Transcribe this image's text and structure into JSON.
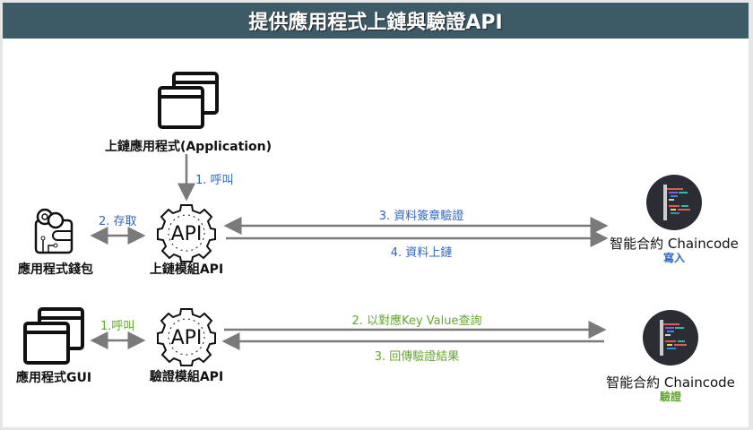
{
  "title": "提供應用程式上鏈與驗證API",
  "colors": {
    "title_bg": "#3d5b67",
    "blue": "#2f67c4",
    "green": "#62a82a",
    "arrow": "#7a7a7a"
  },
  "write_flow": {
    "application_label": "上鏈應用程式(Application)",
    "step1": "1. 呼叫",
    "wallet_label": "應用程式錢包",
    "step2": "2. 存取",
    "api_module_label": "上鏈模組API",
    "api_icon_text": "API",
    "step3": "3. 資料簽章驗證",
    "step4": "4. 資料上鏈",
    "chaincode_label": "智能合約 Chaincode",
    "chaincode_sub": "寫入"
  },
  "verify_flow": {
    "gui_label": "應用程式GUI",
    "step1": "1.呼叫",
    "api_module_label": "驗證模組API",
    "api_icon_text": "API",
    "step2": "2. 以對應Key Value查詢",
    "step3": "3. 回傳驗證結果",
    "chaincode_label": "智能合約 Chaincode",
    "chaincode_sub": "驗證"
  }
}
